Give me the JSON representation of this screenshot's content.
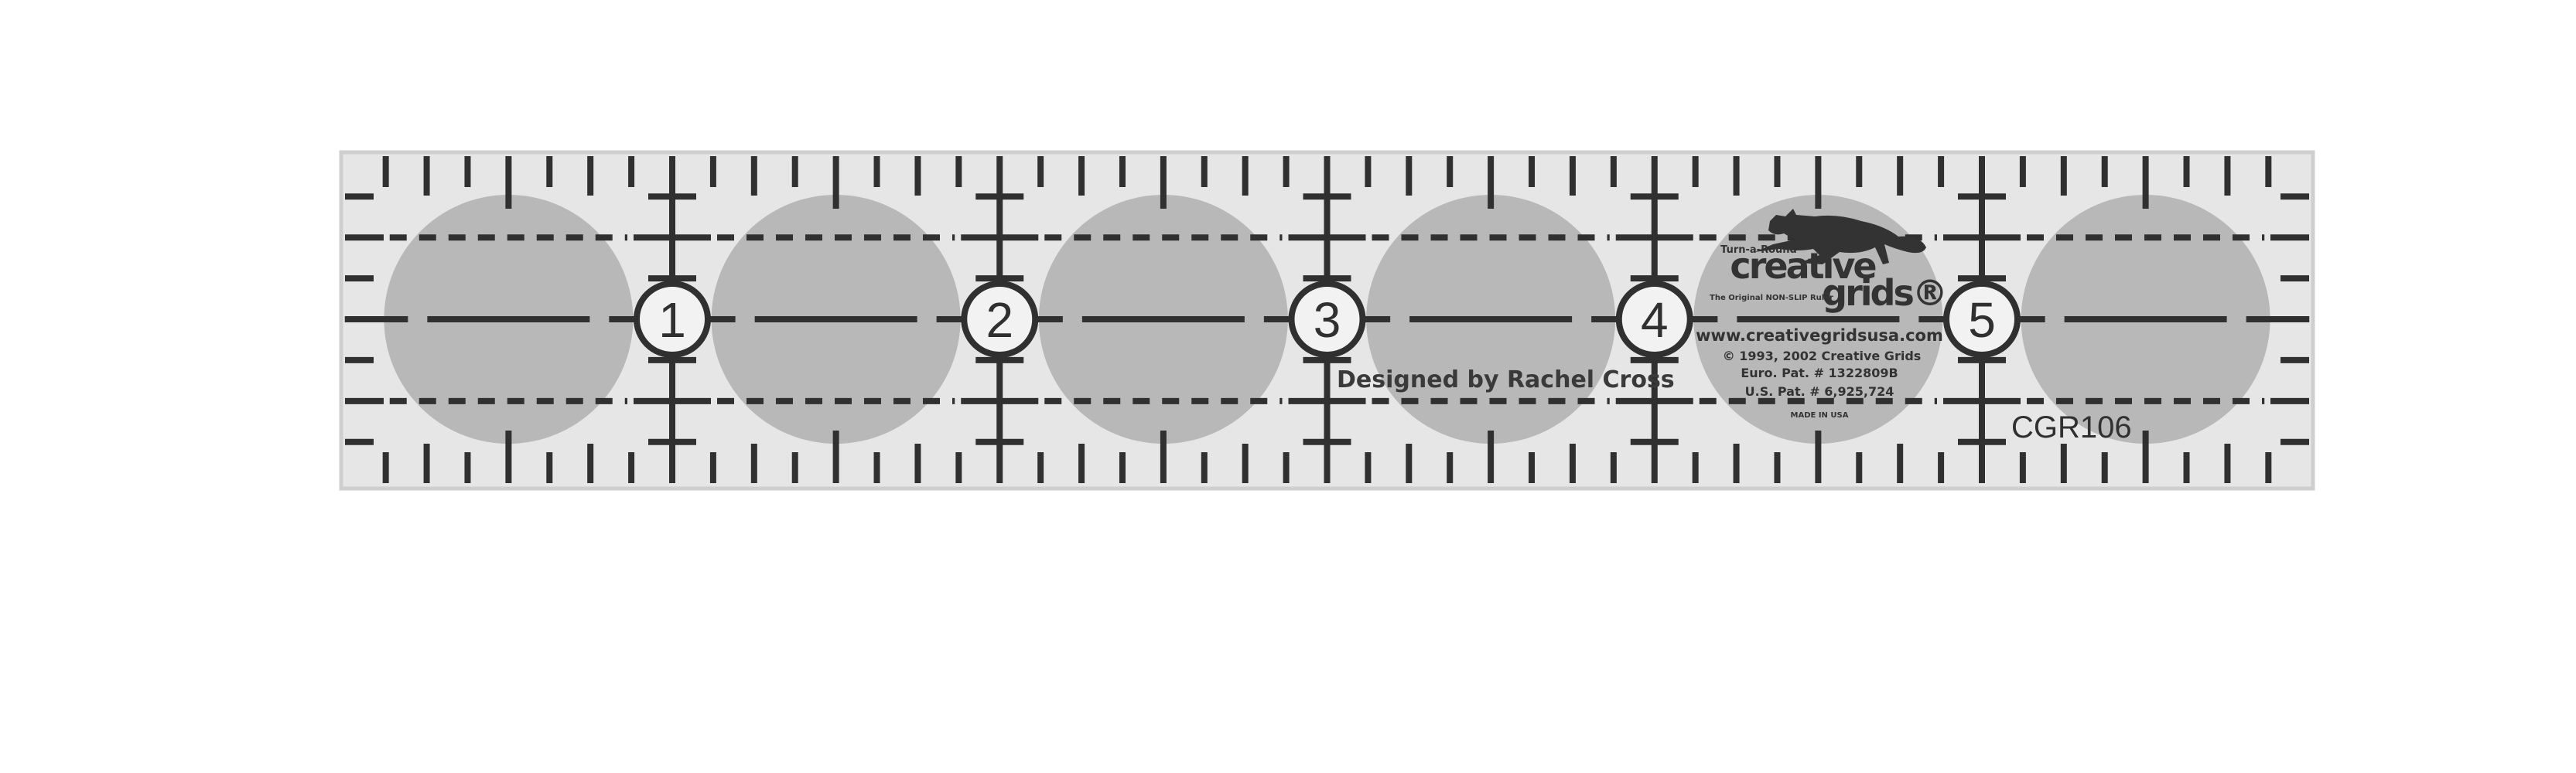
{
  "ruler": {
    "model": "CGR106",
    "designer": "Designed by Rachel Cross",
    "inch_labels": [
      "1",
      "2",
      "3",
      "4",
      "5"
    ],
    "length_inches": 6,
    "width_inches": 1,
    "colors": {
      "body": "#e6e6e6",
      "spot": "#b8b8b8",
      "ink": "#303030",
      "edge": "#cfcfcf"
    }
  },
  "logo": {
    "tm_line": "Turn-a-Round™",
    "brand_top": "creative",
    "brand_bottom": "grids®",
    "tagline": "The Original NON-SLIP Ruler",
    "website": "www.creativegridsusa.com",
    "copyright": "© 1993, 2002 Creative Grids",
    "euro_patent": "Euro. Pat. # 1322809B",
    "us_patent": "U.S. Pat. # 6,925,724",
    "origin": "MADE IN USA",
    "icon": "fox-icon"
  }
}
